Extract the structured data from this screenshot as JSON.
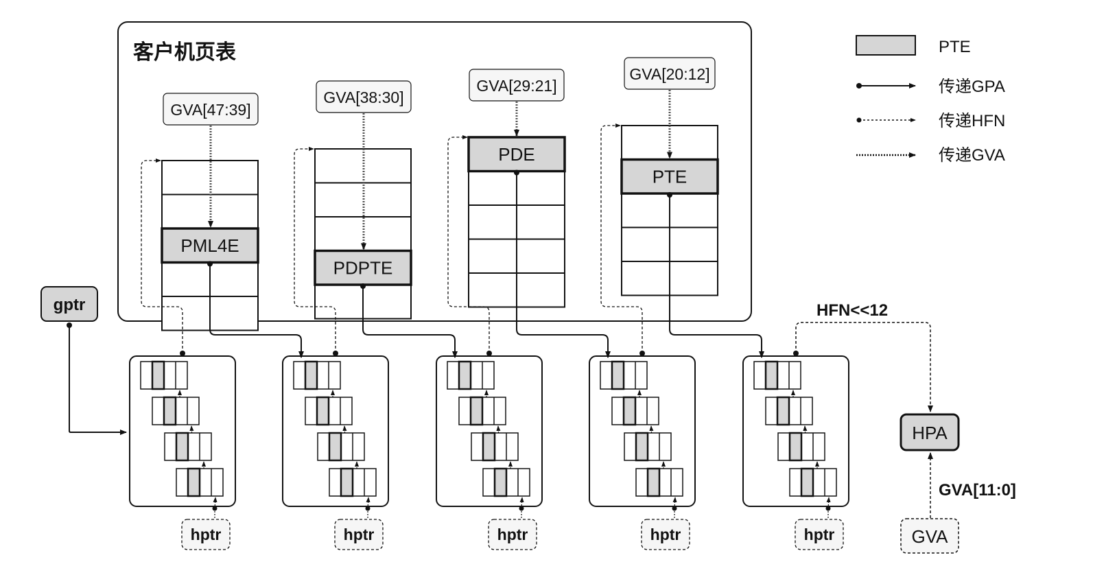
{
  "guest_page_table": {
    "title": "客户机页表",
    "levels": [
      {
        "index_label": "GVA[47:39]",
        "entry_label": "PML4E"
      },
      {
        "index_label": "GVA[38:30]",
        "entry_label": "PDPTE"
      },
      {
        "index_label": "GVA[29:21]",
        "entry_label": "PDE"
      },
      {
        "index_label": "GVA[20:12]",
        "entry_label": "PTE"
      }
    ]
  },
  "legend": {
    "items": [
      {
        "symbol": "shaded-box",
        "label": "PTE"
      },
      {
        "symbol": "solid-arrow",
        "label": "传递GPA"
      },
      {
        "symbol": "dotted-arrow",
        "label": "传递HFN"
      },
      {
        "symbol": "dashed-arrow",
        "label": "传递GVA"
      }
    ]
  },
  "gptr": {
    "label": "gptr"
  },
  "host_walks": {
    "count": 5,
    "hptr_label": "hptr"
  },
  "hfn_label": "HFN<<12",
  "hpa": {
    "label": "HPA"
  },
  "gva_offset_label": "GVA[11:0]",
  "gva": {
    "label": "GVA"
  },
  "colors": {
    "shade": "#d6d6d6",
    "line": "#111111",
    "light_box": "#f6f6f6"
  }
}
